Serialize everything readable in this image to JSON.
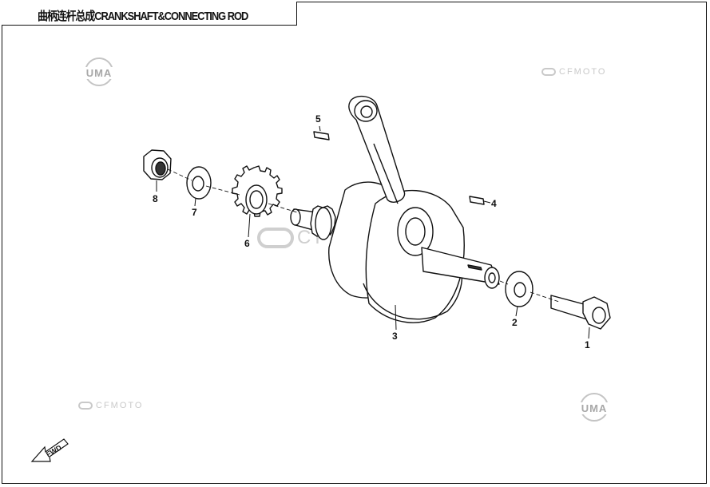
{
  "title": "曲柄连杆总成CRANKSHAFT&CONNECTING ROD",
  "watermarks": {
    "uma_top": "UMA",
    "uma_bottom": "UMA",
    "cfmoto_top": "CFMOTO",
    "cfmoto_bottom": "CFMOTO",
    "cfmoto_center": "CFMOTO"
  },
  "fwd_label": "FWD",
  "callouts": [
    "1",
    "2",
    "3",
    "4",
    "5",
    "6",
    "7",
    "8"
  ]
}
